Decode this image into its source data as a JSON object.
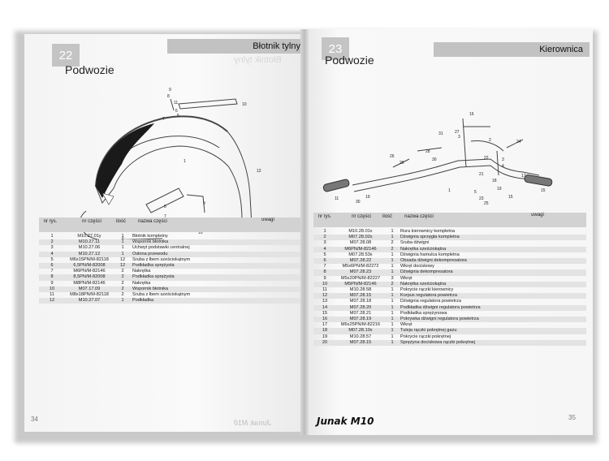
{
  "left": {
    "page_number": "22",
    "section": "Podwozie",
    "header": "Błotnik tylny",
    "ghost_header": "Błotnik tylny",
    "columns": {
      "nr_rys": "nr rys.",
      "nr_czesci": "nr części",
      "ilosc": "ilość",
      "nazwa": "nazwa części",
      "uwagi": "uwagi"
    },
    "rows": [
      [
        "1",
        "M10.27.01y",
        "1",
        "Błotnik kompletny"
      ],
      [
        "2",
        "M10.27.11",
        "1",
        "Wspornik błotnika"
      ],
      [
        "3",
        "M10.27.06",
        "1",
        "Uchwyt podstawki centralnej"
      ],
      [
        "4",
        "M10.27.12",
        "1",
        "Osłona przewodu"
      ],
      [
        "5",
        "M6x15PN/M-82118",
        "12",
        "Śruba z łbem sześciokątnym"
      ],
      [
        "6",
        "6,5PN/M-82008",
        "12",
        "Podkładka sprężysta"
      ],
      [
        "7",
        "M6PN/M-82146",
        "2",
        "Nakrętka"
      ],
      [
        "8",
        "8,5PN/M-82008",
        "2",
        "Podkładka sprężysta"
      ],
      [
        "9",
        "M8PN/M-82146",
        "2",
        "Nakrętka"
      ],
      [
        "10",
        "M07.17.09",
        "2",
        "Wspornik błotnika"
      ],
      [
        "11",
        "M8x18PN/M-82118",
        "2",
        "Śruba z łbem sześciokątnym"
      ],
      [
        "12",
        "M10.27.07",
        "1",
        "Podkładka"
      ]
    ],
    "footer_page": "34",
    "footer_ghost": "Junak M10",
    "diagram_labels": [
      "9",
      "8",
      "11",
      "6",
      "5",
      "10",
      "7",
      "1",
      "2",
      "12",
      "4",
      "3",
      "6",
      "5",
      "8",
      "7",
      "9",
      "10"
    ]
  },
  "right": {
    "page_number": "23",
    "section": "Podwozie",
    "header": "Kierownica",
    "columns": {
      "nr_rys": "nr rys.",
      "nr_czesci": "nr części",
      "ilosc": "ilość",
      "nazwa": "nazwa części",
      "uwagi": "uwagi"
    },
    "rows": [
      [
        "1",
        "M10.28.01x",
        "1",
        "Rura kierownicy kompletna"
      ],
      [
        "2",
        "M07.28.02x",
        "1",
        "Dźwignia sprzęgła kompletna"
      ],
      [
        "3",
        "M07.28.08",
        "2",
        "Śruba dźwigni"
      ],
      [
        "4",
        "M6PN/M-82146",
        "2",
        "Nakrętka sześciokątna"
      ],
      [
        "5",
        "M07.28.53x",
        "1",
        "Dźwignia hamulca kompletna"
      ],
      [
        "6",
        "M07.28.22",
        "1",
        "Obsada dźwigni dekompresatora"
      ],
      [
        "7",
        "M5x6PN/M-82272",
        "1",
        "Wkręt dociskowy"
      ],
      [
        "8",
        "M07.28.23",
        "1",
        "Dźwignia dekompresatora"
      ],
      [
        "9",
        "M5x20PN/M-82227",
        "3",
        "Wkręt"
      ],
      [
        "10",
        "M5PN/M-82146",
        "2",
        "Nakrętka sześciokątna"
      ],
      [
        "11",
        "M10.28.58",
        "1",
        "Pokrycie rączki kierownicy"
      ],
      [
        "12",
        "M07.28.15",
        "1",
        "Korpus regulatora powietrza"
      ],
      [
        "13",
        "M07.28.18",
        "1",
        "Dźwignia regulatora powietrza"
      ],
      [
        "14",
        "M07.28.20",
        "1",
        "Podkładka dźwigni regulatora powietrza"
      ],
      [
        "15",
        "M07.28.21",
        "1",
        "Podkładka sprężynowa"
      ],
      [
        "16",
        "M07.28.19",
        "1",
        "Pokrywka dźwigni regulatora powietrza"
      ],
      [
        "17",
        "M6x25PN/M-82216",
        "1",
        "Wkręt"
      ],
      [
        "18",
        "M07.28.10x",
        "1",
        "Tuleja rączki pokrętnej gazu"
      ],
      [
        "19",
        "M10.28.57",
        "1",
        "Pokrycie rączki pokrętnej"
      ],
      [
        "20",
        "M07.28.15",
        "1",
        "Sprężyna dociskowa rączki pokrętnej"
      ]
    ],
    "footer_brand": "Junak M10",
    "footer_page": "35",
    "diagram_labels": [
      "31",
      "28",
      "30",
      "26",
      "29",
      "16",
      "27",
      "3",
      "2",
      "24",
      "3",
      "4",
      "22",
      "21",
      "18",
      "19",
      "1",
      "5",
      "23",
      "25",
      "17",
      "15",
      "11",
      "30",
      "19",
      "15"
    ]
  }
}
